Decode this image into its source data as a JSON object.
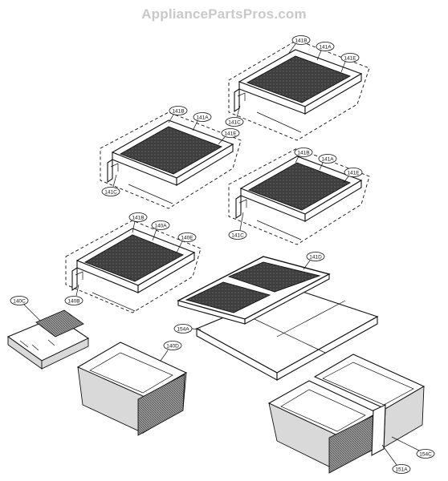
{
  "watermark": "AppliancePartsPros.com",
  "callouts": {
    "s1_141B": "141B",
    "s1_141A": "141A",
    "s1_141E": "141E",
    "s1_141C": "141C",
    "s2_141B": "141B",
    "s2_141A": "141A",
    "s2_141E": "141E",
    "s2_141C": "141C",
    "s3_141B": "141B",
    "s3_141A": "141A",
    "s3_141E": "141E",
    "s3_141C": "141C",
    "s4_141B": "141B",
    "s4_140A": "140A",
    "s4_140E": "140E",
    "s4_140B": "140B",
    "s5_141D": "141D",
    "s5_154A": "154A",
    "c_140C": "140C",
    "c_140D": "140D",
    "d_151A": "151A",
    "d_154C": "154C"
  }
}
